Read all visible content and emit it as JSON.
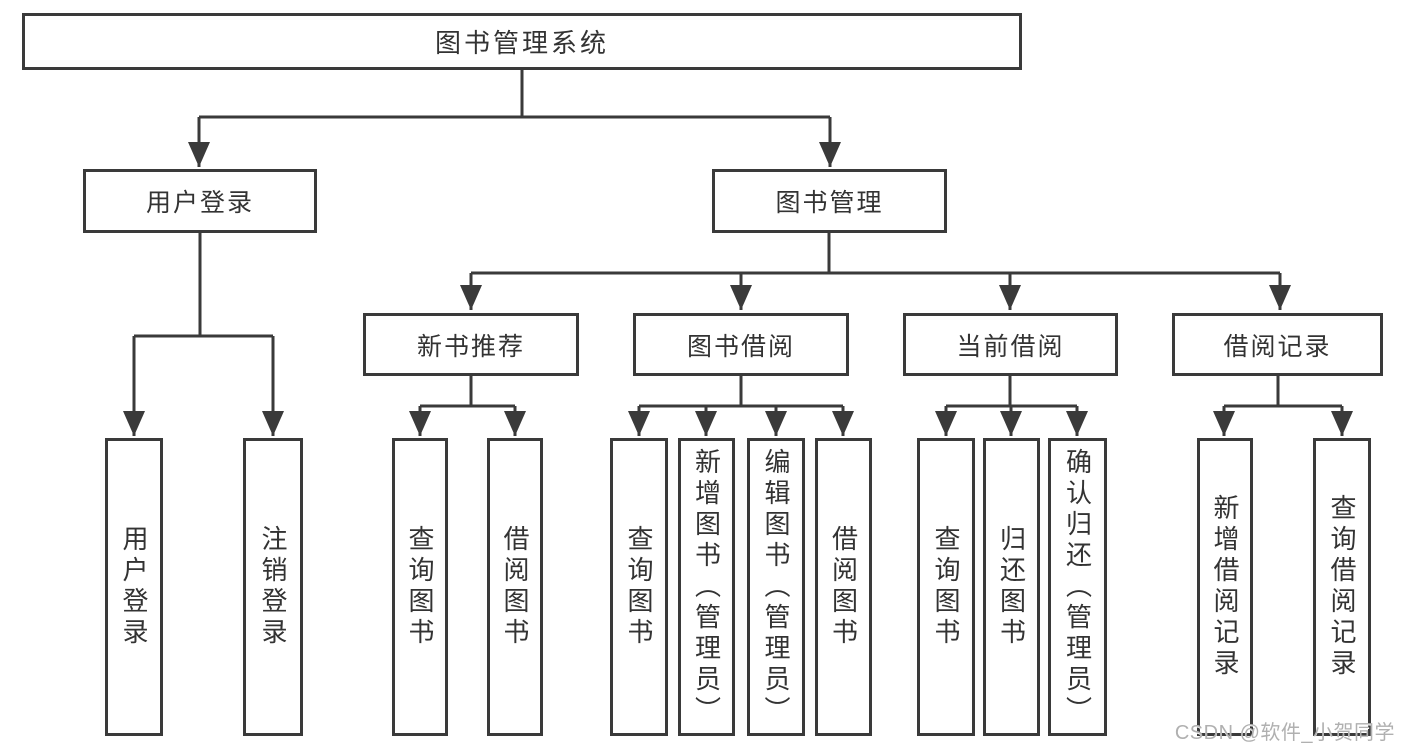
{
  "tree": {
    "root_label": "图书管理系统",
    "user_login": {
      "label": "用户登录",
      "leaves": [
        "用户登录",
        "注销登录"
      ]
    },
    "book_mgmt": {
      "label": "图书管理",
      "groups": [
        {
          "label": "新书推荐",
          "leaves": [
            "查询图书",
            "借阅图书"
          ]
        },
        {
          "label": "图书借阅",
          "leaves": [
            "查询图书",
            "新增图书（管理员）",
            "编辑图书（管理员）",
            "借阅图书"
          ]
        },
        {
          "label": "当前借阅",
          "leaves": [
            "查询图书",
            "归还图书",
            "确认归还（管理员）"
          ]
        },
        {
          "label": "借阅记录",
          "leaves": [
            "新增借阅记录",
            "查询借阅记录"
          ]
        }
      ]
    }
  },
  "watermark": "CSDN @软件_小贺同学",
  "colors": {
    "line": "#3a3a3a",
    "text": "#333333",
    "watermark-color": "#b0b0b0"
  }
}
